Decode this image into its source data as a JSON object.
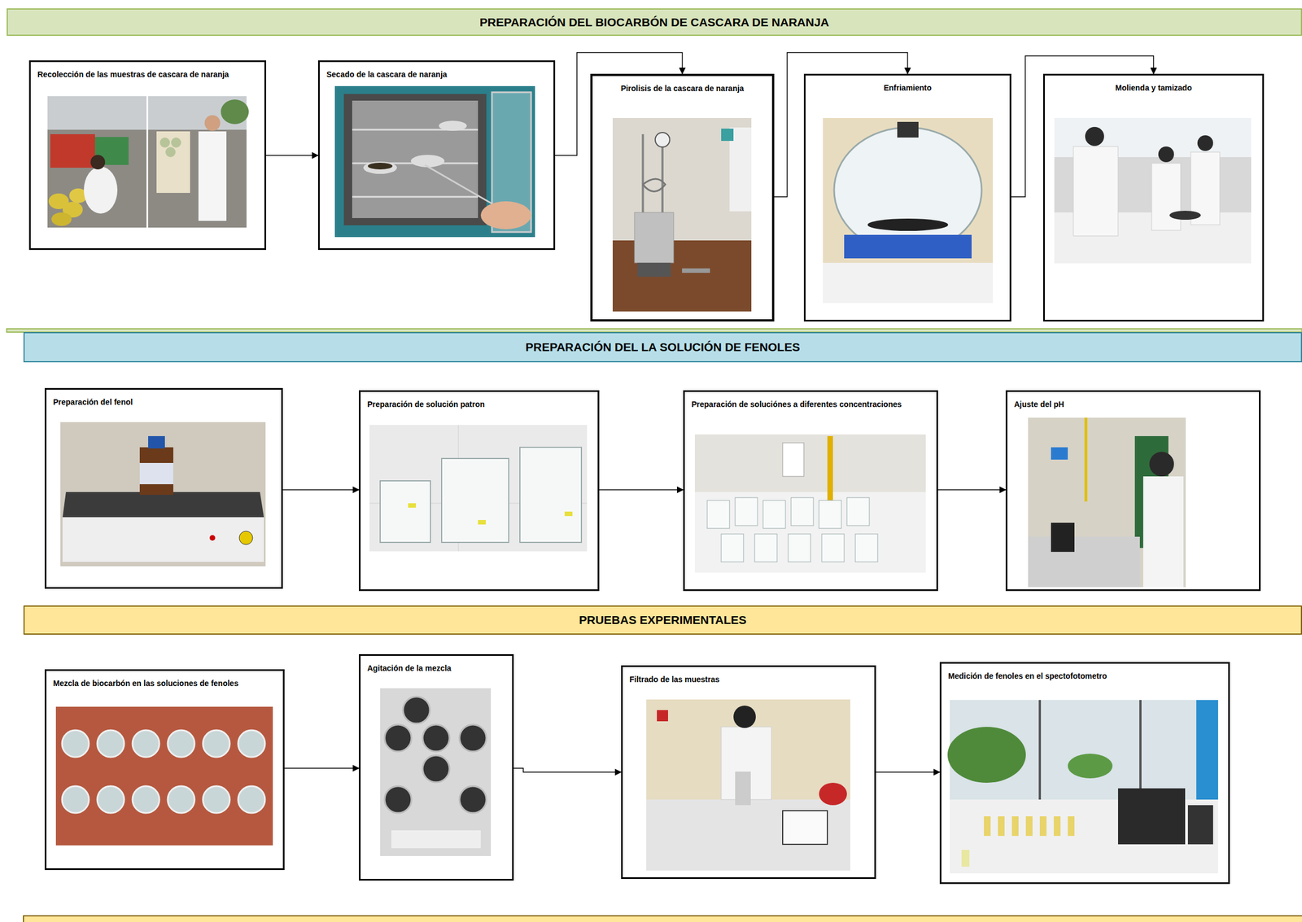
{
  "diagram": {
    "nodes": [
      {
        "text": [
          "PREPARACIÓN DEL BIOCARBÓN DE CASCARA DE NARANJA"
        ]
      },
      {
        "text": [
          "Recolección de las muestras de cascara de naranja"
        ]
      },
      {
        "text": [
          "Secado de la cascara de naranja"
        ]
      },
      {
        "text": [
          "Pirolisis de la cascara de naranja"
        ]
      },
      {
        "text": [
          "Enfriamiento"
        ]
      },
      {
        "text": [
          "Molienda y tamizado"
        ]
      },
      {
        "text": [
          "PREPARACIÓN DEL LA SOLUCIÓN DE FENOLES"
        ]
      },
      {
        "text": [
          "Preparación del fenol"
        ]
      },
      {
        "text": [
          "Preparación de solución patron"
        ]
      },
      {
        "text": [
          "Preparación de soluciónes a diferentes concentraciones"
        ]
      },
      {
        "text": [
          "Ajuste del pH"
        ]
      },
      {
        "text": [
          "PRUEBAS EXPERIMENTALES"
        ]
      },
      {
        "text": [
          "Mezcla de biocarbón en las soluciones de fenoles"
        ]
      },
      {
        "text": [
          "Agitación de la mezcla"
        ]
      },
      {
        "text": [
          "Filtrado de las muestras"
        ]
      },
      {
        "text": [
          "Medición de fenoles en el spectofotometro"
        ]
      }
    ],
    "edges": [
      {
        "from": 1,
        "to": 2,
        "arrow": "to"
      },
      {
        "from": 2,
        "to": 3,
        "arrow": "to"
      },
      {
        "from": 3,
        "to": 4,
        "arrow": "to"
      },
      {
        "from": 4,
        "to": 5,
        "arrow": "to"
      },
      {
        "from": 7,
        "to": 8,
        "arrow": "to"
      },
      {
        "from": 8,
        "to": 9,
        "arrow": "to"
      },
      {
        "from": 9,
        "to": 10,
        "arrow": "to"
      },
      {
        "from": 12,
        "to": 13,
        "arrow": "to"
      },
      {
        "from": 13,
        "to": 14,
        "arrow": "to"
      },
      {
        "from": 14,
        "to": 15,
        "arrow": "to"
      }
    ]
  }
}
